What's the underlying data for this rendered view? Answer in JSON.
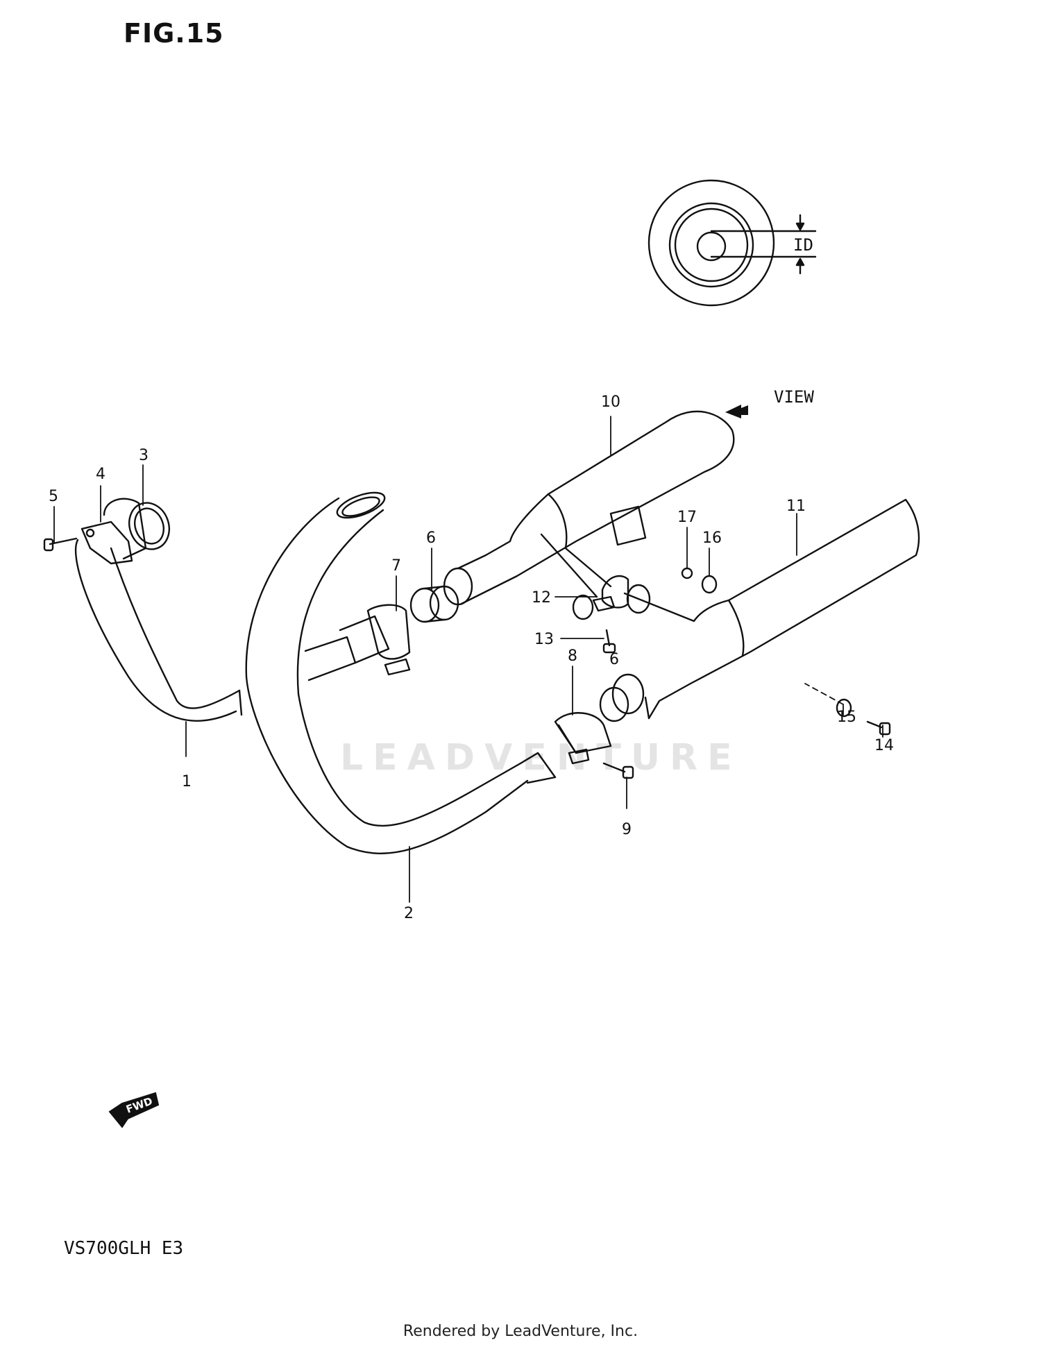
{
  "figure": {
    "title": "FIG.15"
  },
  "model": {
    "code": "VS700GLH E3"
  },
  "footer": {
    "text": "Rendered by LeadVenture, Inc."
  },
  "watermark": {
    "text": "LEADVENTURE"
  },
  "view": {
    "label": "VIEW",
    "dimension_label": "ID"
  },
  "direction": {
    "label": "FWD"
  },
  "callouts": [
    {
      "id": "c1",
      "label": "1"
    },
    {
      "id": "c2",
      "label": "2"
    },
    {
      "id": "c3",
      "label": "3"
    },
    {
      "id": "c4",
      "label": "4"
    },
    {
      "id": "c5",
      "label": "5"
    },
    {
      "id": "c6a",
      "label": "6"
    },
    {
      "id": "c6b",
      "label": "6"
    },
    {
      "id": "c7",
      "label": "7"
    },
    {
      "id": "c8",
      "label": "8"
    },
    {
      "id": "c9",
      "label": "9"
    },
    {
      "id": "c10",
      "label": "10"
    },
    {
      "id": "c11",
      "label": "11"
    },
    {
      "id": "c12",
      "label": "12"
    },
    {
      "id": "c13",
      "label": "13"
    },
    {
      "id": "c14",
      "label": "14"
    },
    {
      "id": "c15",
      "label": "15"
    },
    {
      "id": "c16",
      "label": "16"
    },
    {
      "id": "c17",
      "label": "17"
    }
  ]
}
